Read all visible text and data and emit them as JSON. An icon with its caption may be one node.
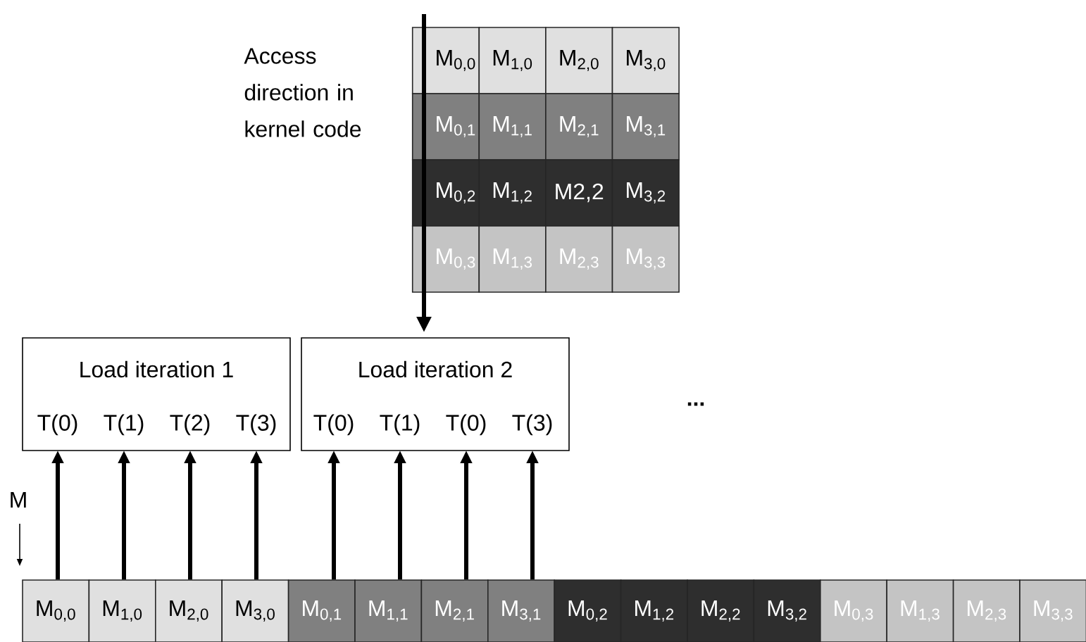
{
  "diagram": {
    "nodes": [
      {
        "text": [
          "M$_{0,0}$"
        ]
      },
      {
        "text": [
          "M$_{1,0}$"
        ]
      },
      {
        "text": [
          "M$_{2,0}$"
        ]
      },
      {
        "text": [
          "M$_{3,0}$"
        ]
      },
      {
        "text": [
          "M$_{0,1}$"
        ]
      },
      {
        "text": [
          "M$_{1,1}$"
        ]
      },
      {
        "text": [
          "M$_{2,1}$"
        ]
      },
      {
        "text": [
          "M$_{3,1}$"
        ]
      },
      {
        "text": [
          "M$_{0,2}$"
        ]
      },
      {
        "text": [
          "M$_{1,2}$"
        ]
      },
      {
        "text": [
          "M2,2"
        ]
      },
      {
        "text": [
          "M$_{3,2}$"
        ]
      },
      {
        "text": [
          "M$_{0,3}$"
        ]
      },
      {
        "text": [
          "M$_{1,3}$"
        ]
      },
      {
        "text": [
          "M$_{2,3}$"
        ]
      },
      {
        "text": [
          "M$_{3,3}$"
        ]
      },
      {
        "text": [
          "Load iteration 1"
        ]
      },
      {
        "text": [
          "T(0)"
        ],
        "in": 16
      },
      {
        "text": [
          "T(1)"
        ],
        "in": 16
      },
      {
        "text": [
          "T(2)"
        ],
        "in": 16
      },
      {
        "text": [
          "T(3)"
        ],
        "in": 16
      },
      {
        "text": [
          "Load iteration 2"
        ]
      },
      {
        "text": [
          "T(0)"
        ],
        "in": 21
      },
      {
        "text": [
          "T(1)"
        ],
        "in": 21
      },
      {
        "text": [
          "T(0)"
        ],
        "in": 21
      },
      {
        "text": [
          "T(3)"
        ],
        "in": 21
      },
      {
        "text": [
          "M$_{0,0}$"
        ]
      },
      {
        "text": [
          "M$_{1,0}$"
        ]
      },
      {
        "text": [
          "M$_{2,0}$"
        ]
      },
      {
        "text": [
          "M$_{3,0}$"
        ]
      },
      {
        "text": [
          "M$_{0,1}$"
        ]
      },
      {
        "text": [
          "M$_{1,1}$"
        ]
      },
      {
        "text": [
          "M$_{2,1}$"
        ]
      },
      {
        "text": [
          "M$_{3,1}$"
        ]
      },
      {
        "text": [
          "M$_{0,2}$"
        ]
      },
      {
        "text": [
          "M$_{1,2}$"
        ]
      },
      {
        "text": [
          "M$_{2,2}$"
        ]
      },
      {
        "text": [
          "M$_{3,2}$"
        ]
      },
      {
        "text": [
          "M$_{0,3}$"
        ]
      },
      {
        "text": [
          "M$_{1,3}$"
        ]
      },
      {
        "text": [
          "M$_{2,3}$"
        ]
      },
      {
        "text": [
          "M$_{3,3}$"
        ]
      }
    ],
    "edges": [
      {
        "from": 26,
        "to": 17,
        "arrow": "to"
      },
      {
        "from": 27,
        "to": 18,
        "arrow": "to"
      },
      {
        "from": 28,
        "to": 19,
        "arrow": "to"
      },
      {
        "from": 29,
        "to": 20,
        "arrow": "to"
      },
      {
        "from": 30,
        "to": 22,
        "arrow": "to"
      },
      {
        "from": 31,
        "to": 23,
        "arrow": "to"
      },
      {
        "from": 32,
        "to": 24,
        "arrow": "to"
      },
      {
        "from": 33,
        "to": 25,
        "arrow": "to"
      }
    ],
    "labels": [
      "Access direction in kernel code",
      "...",
      "M"
    ]
  }
}
